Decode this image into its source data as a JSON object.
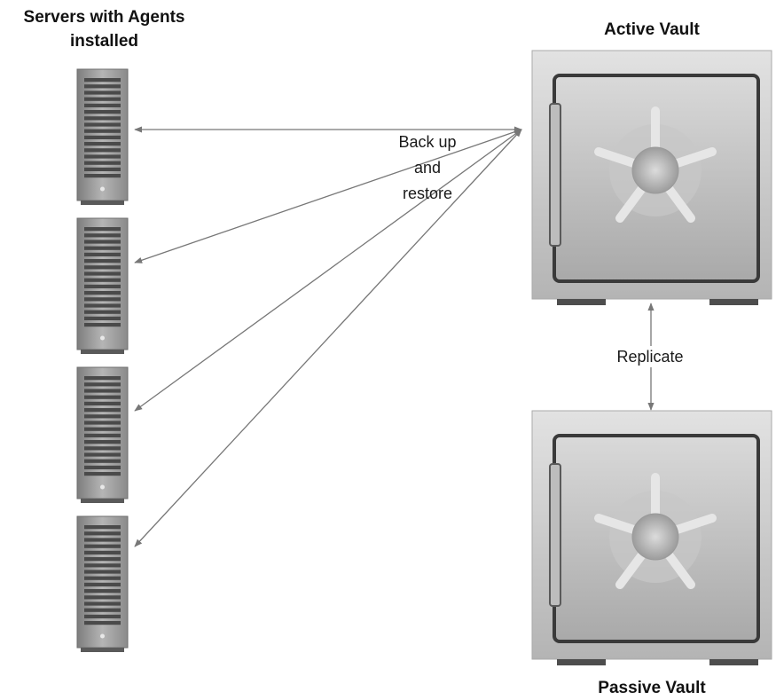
{
  "labels": {
    "servers_title_line1": "Servers with Agents",
    "servers_title_line2": "installed",
    "active_vault": "Active Vault",
    "passive_vault": "Passive Vault",
    "backup_line1": "Back up",
    "backup_line2": "and",
    "backup_line3": "restore",
    "replicate": "Replicate"
  },
  "servers": [
    {
      "id": "server-1"
    },
    {
      "id": "server-2"
    },
    {
      "id": "server-3"
    },
    {
      "id": "server-4"
    }
  ],
  "colors": {
    "arrow": "#777777",
    "server_body": "#9a9a9a",
    "server_slot": "#4a4a4a",
    "vault_frame": "#c9c9c9",
    "vault_door": "#bfbfbf",
    "vault_feet": "#4d4d4d"
  }
}
